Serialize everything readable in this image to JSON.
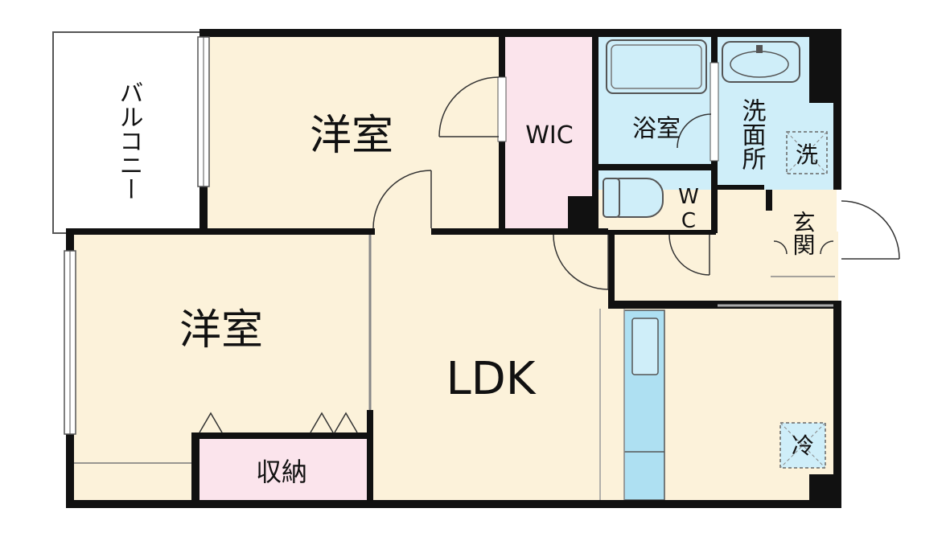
{
  "floorplan": {
    "rooms": {
      "balcony": "バルコニー",
      "western_room_top": "洋室",
      "western_room_left": "洋室",
      "walk_in_closet": "WIC",
      "bathroom": "浴室",
      "washroom": "洗面所",
      "washer_mark": "洗",
      "toilet": "WC",
      "entrance": "玄関",
      "storage": "収納",
      "ldk": "LDK",
      "fridge_mark": "冷"
    },
    "colors": {
      "wall": "#111111",
      "room_floor": "#fcf2da",
      "closet_storage": "#fbe4ec",
      "water_area": "#cfeef9",
      "balcony": "#ffffff",
      "fixture": "#aee0f2"
    }
  }
}
